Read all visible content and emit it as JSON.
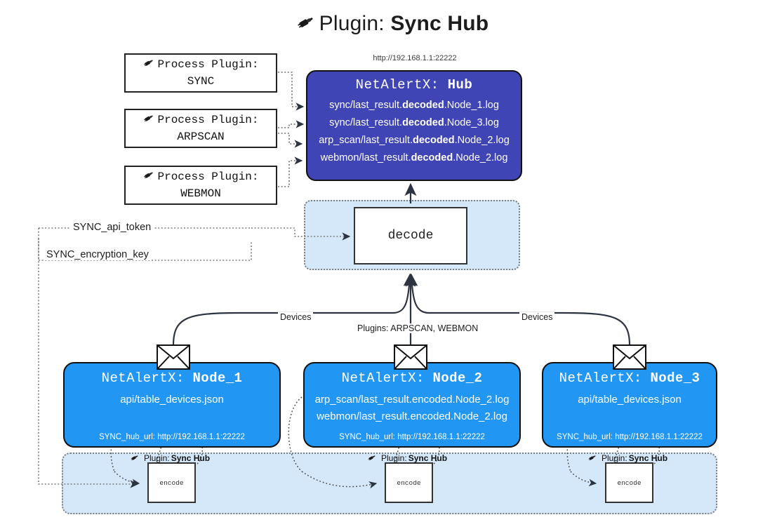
{
  "title": {
    "icon": "plug-icon",
    "prefix": "Plugin: ",
    "name": "Sync Hub"
  },
  "hub": {
    "url": "http://192.168.1.1:22222",
    "title_prefix": "NetAlertX: ",
    "title_name": "Hub",
    "logs": [
      {
        "pre": "sync/last_result.",
        "mid": "decoded",
        "post": ".Node_1.log"
      },
      {
        "pre": "sync/last_result.",
        "mid": "decoded",
        "post": ".Node_3.log"
      },
      {
        "pre": "arp_scan/last_result.",
        "mid": "decoded",
        "post": ".Node_2.log"
      },
      {
        "pre": "webmon/last_result.",
        "mid": "decoded",
        "post": ".Node_2.log"
      }
    ]
  },
  "process_plugins": [
    {
      "icon": "plug-icon",
      "label": "Process Plugin:",
      "name": "SYNC"
    },
    {
      "icon": "plug-icon",
      "label": "Process Plugin:",
      "name": "ARPSCAN"
    },
    {
      "icon": "plug-icon",
      "label": "Process Plugin:",
      "name": "WEBMON"
    }
  ],
  "decode": {
    "label": "decode"
  },
  "tokens": [
    {
      "label": "SYNC_api_token"
    },
    {
      "label": "SYNC_encryption_key"
    }
  ],
  "edge_labels": {
    "devices_left": "Devices",
    "plugins_center": "Plugins: ARPSCAN, WEBMON",
    "devices_right": "Devices"
  },
  "nodes": [
    {
      "icon": "envelope-icon",
      "title_prefix": "NetAlertX: ",
      "title_name": "Node_1",
      "lines": [
        "api/table_devices.json"
      ],
      "hub_url_key": "SYNC_hub_url: ",
      "hub_url": "http://192.168.1.1:22222"
    },
    {
      "icon": "envelope-icon",
      "title_prefix": "NetAlertX: ",
      "title_name": "Node_2",
      "lines": [
        "arp_scan/last_result.encoded.Node_2.log",
        "webmon/last_result.encoded.Node_2.log"
      ],
      "hub_url_key": "SYNC_hub_url: ",
      "hub_url": "http://192.168.1.1:22222"
    },
    {
      "icon": "envelope-icon",
      "title_prefix": "NetAlertX: ",
      "title_name": "Node_3",
      "lines": [
        "api/table_devices.json"
      ],
      "hub_url_key": "SYNC_hub_url: ",
      "hub_url": "http://192.168.1.1:22222"
    }
  ],
  "encoders": [
    {
      "icon": "plug-icon",
      "cap_prefix": "Plugin: ",
      "cap_name": "Sync Hub",
      "label": "encode"
    },
    {
      "icon": "plug-icon",
      "cap_prefix": "Plugin: ",
      "cap_name": "Sync Hub",
      "label": "encode"
    },
    {
      "icon": "plug-icon",
      "cap_prefix": "Plugin: ",
      "cap_name": "Sync Hub",
      "label": "encode"
    }
  ],
  "colors": {
    "hub_fill": "#3f45b4",
    "node_fill": "#2196f3",
    "zone_fill": "#d4e8fa",
    "stroke": "#111111",
    "dotted": "#7d7d7d"
  }
}
